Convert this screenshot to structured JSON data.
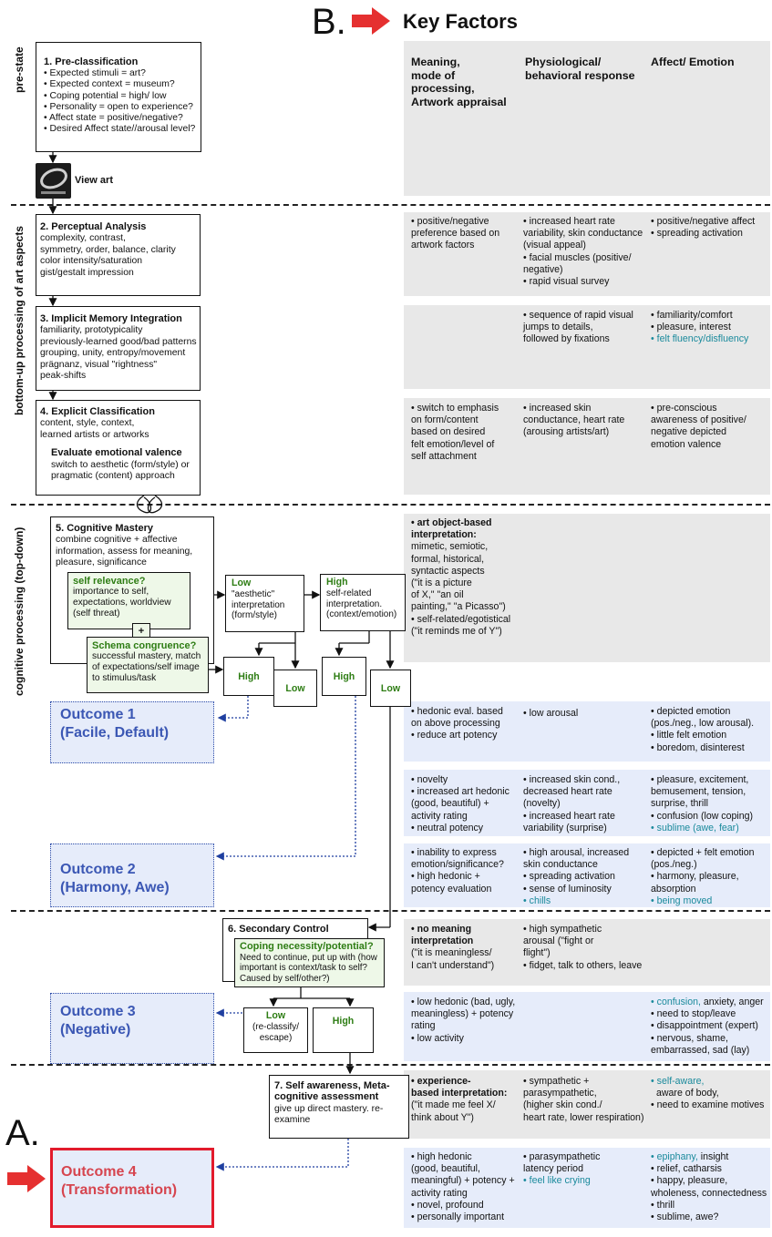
{
  "header": {
    "letter_b": "B.",
    "title": "Key Factors",
    "col_meaning": [
      "Meaning,",
      "mode of",
      "processing,",
      "Artwork appraisal"
    ],
    "col_physio": [
      "Physiological/",
      "behavioral response"
    ],
    "col_affect": [
      "Affect/ Emotion"
    ]
  },
  "letter_a": "A.",
  "side_labels": {
    "pre": "pre-state",
    "bottom_up": "bottom-up processing of art aspects",
    "top_down": "cognitive processing (top-down)"
  },
  "stages": {
    "s1": {
      "title": "1. Pre-classification",
      "lines": [
        "• Expected stimuli = art?",
        "• Expected context = museum?",
        "• Coping potential = high/ low",
        "• Personality = open to experience?",
        "• Affect state = positive/negative?",
        "• Desired Affect state//arousal level?"
      ]
    },
    "view_art": "View art",
    "s2": {
      "title": "2. Perceptual Analysis",
      "lines": [
        "complexity, contrast,",
        "symmetry, order, balance, clarity",
        "color intensity/saturation",
        "gist/gestalt impression"
      ]
    },
    "s3": {
      "title": "3.  Implicit Memory Integration",
      "lines": [
        "familiarity, prototypicality",
        "previously-learned good/bad patterns",
        "grouping, unity, entropy/movement",
        "prägnanz, visual \"rightness\"",
        "peak-shifts"
      ]
    },
    "s4": {
      "title": "4. Explicit Classification",
      "lines": [
        "content, style, context,",
        "learned artists or artworks"
      ],
      "sub_title": "Evaluate emotional valence",
      "sub_lines": [
        "switch to aesthetic (form/style) or",
        "pragmatic (content) approach"
      ]
    },
    "s5": {
      "title": "5. Cognitive Mastery",
      "lines": [
        "combine cognitive + affective",
        "information, assess for meaning,",
        "pleasure, significance"
      ]
    },
    "self_relevance": {
      "title": "self relevance?",
      "lines": [
        "importance to self,",
        "expectations, worldview",
        "(self threat)"
      ]
    },
    "plus": "+",
    "schema": {
      "title": "Schema congruence?",
      "lines": [
        "successful mastery, match",
        "of expectations/self image",
        "to stimulus/task"
      ]
    },
    "low_box": {
      "title": "Low",
      "lines": [
        "\"aesthetic\"",
        "interpretation",
        "(form/style)"
      ]
    },
    "high_box": {
      "title": "High",
      "lines": [
        "self-related",
        "interpretation.",
        "(context/emotion)"
      ]
    },
    "high1": "High",
    "low1": "Low",
    "high2": "High",
    "low2": "Low",
    "s6": {
      "title": "6. Secondary Control"
    },
    "coping": {
      "title": "Coping necessity/potential?",
      "lines": [
        "Need to continue, put up with (how",
        "important is context/task to self?",
        "Caused by self/other?)"
      ]
    },
    "low6": {
      "title": "Low",
      "lines": [
        "(re-classify/",
        "escape)"
      ]
    },
    "high6": "High",
    "s7": {
      "title": [
        "7. Self awareness, Meta-",
        "cognitive assessment"
      ],
      "lines": [
        "give up direct mastery. re-",
        "examine"
      ]
    }
  },
  "outcomes": {
    "o1": [
      "Outcome 1",
      "(Facile, Default)"
    ],
    "o2": [
      "Outcome 2",
      "(Harmony, Awe)"
    ],
    "o3": [
      "Outcome 3",
      "(Negative)"
    ],
    "o4": [
      "Outcome 4",
      "(Transformation)"
    ]
  },
  "rows": {
    "r2": {
      "meaning": [
        "• positive/negative",
        "preference based on",
        "artwork factors"
      ],
      "physio": [
        "• increased heart rate",
        "variability, skin conductance",
        "(visual appeal)",
        "• facial muscles (positive/",
        "negative)",
        "• rapid visual survey"
      ],
      "affect": [
        "• positive/negative affect",
        "• spreading activation"
      ]
    },
    "r3": {
      "physio": [
        "• sequence of rapid visual",
        "jumps to details,",
        "followed by fixations"
      ],
      "affect": [
        "• familiarity/comfort",
        "• pleasure, interest"
      ],
      "affect_teal": "• felt fluency/disfluency"
    },
    "r4": {
      "meaning": [
        "• switch to emphasis",
        "on form/content",
        "based on desired",
        "felt emotion/level of",
        "self attachment"
      ],
      "physio": [
        "• increased skin",
        "conductance, heart rate",
        "(arousing artists/art)"
      ],
      "affect": [
        "• pre-conscious",
        "awareness of positive/",
        "negative depicted",
        "emotion valence"
      ]
    },
    "r5": {
      "meaning_bold": [
        "• art object-based",
        "interpretation:"
      ],
      "meaning": [
        "mimetic, semiotic,",
        "formal, historical,",
        "syntactic aspects",
        "(\"it is a picture",
        "of X,\" \"an oil",
        "painting,\" \"a Picasso\")",
        "• self-related/egotistical",
        "(\"it reminds me of Y\")"
      ]
    },
    "o1": {
      "meaning": [
        "• hedonic eval. based",
        "on above processing",
        "• reduce art potency"
      ],
      "physio": [
        "• low arousal"
      ],
      "affect": [
        "• depicted emotion",
        "(pos./neg., low arousal).",
        "• little felt emotion",
        "• boredom, disinterest"
      ]
    },
    "h1": {
      "meaning": [
        "• novelty",
        "• increased art hedonic",
        "(good, beautiful) +",
        "activity rating",
        "• neutral potency"
      ],
      "physio": [
        "• increased skin cond.,",
        "decreased heart rate",
        "(novelty)",
        "• increased heart rate",
        "variability (surprise)"
      ],
      "affect": [
        "• pleasure, excitement,",
        "bemusement, tension,",
        "surprise, thrill",
        "• confusion (low coping)"
      ],
      "affect_teal": "• sublime (awe, fear)"
    },
    "o2": {
      "meaning": [
        "• inability to express",
        "emotion/significance?",
        "• high hedonic +",
        "potency evaluation"
      ],
      "physio": [
        "• high arousal, increased",
        "skin conductance",
        "• spreading activation",
        "• sense of luminosity"
      ],
      "physio_teal": "• chills",
      "affect": [
        "• depicted + felt emotion",
        "(pos./neg.)",
        "• harmony, pleasure,",
        "absorption"
      ],
      "affect_teal": "• being moved"
    },
    "r6": {
      "meaning_bold": [
        "• no meaning",
        "interpretation"
      ],
      "meaning": [
        "(\"it is meaningless/",
        "I can't understand\")"
      ],
      "physio": [
        "• high sympathetic",
        "arousal (\"fight or",
        "flight\")",
        "• fidget, talk to others, leave"
      ]
    },
    "o3": {
      "meaning": [
        "• low hedonic (bad, ugly,",
        "meaningless) + potency",
        "rating",
        "• low activity"
      ],
      "affect_teal": "• confusion,",
      "affect_first": " anxiety, anger",
      "affect": [
        "• need to stop/leave",
        "• disappointment (expert)",
        "• nervous, shame,",
        "embarrassed, sad (lay)"
      ]
    },
    "r7": {
      "meaning_bold": [
        "• experience-",
        "based interpretation:"
      ],
      "meaning": [
        "(\"it made me feel X/",
        "think about Y\")"
      ],
      "physio": [
        "• sympathetic +",
        "parasympathetic,",
        "(higher skin cond./",
        "heart rate, lower respiration)"
      ],
      "affect_teal": "• self-aware,",
      "affect": [
        "aware of body,",
        "• need to examine motives"
      ]
    },
    "o4": {
      "meaning": [
        "• high hedonic",
        "(good, beautiful,",
        "meaningful) + potency +",
        "activity rating",
        "• novel, profound",
        "• personally important"
      ],
      "physio": [
        "• parasympathetic",
        "latency period"
      ],
      "physio_teal": "• feel like crying",
      "affect_teal": "• epiphany,",
      "affect_first": " insight",
      "affect": [
        "• relief, catharsis",
        "• happy, pleasure,",
        "wholeness, connectedness",
        "• thrill",
        "• sublime, awe?"
      ]
    }
  }
}
